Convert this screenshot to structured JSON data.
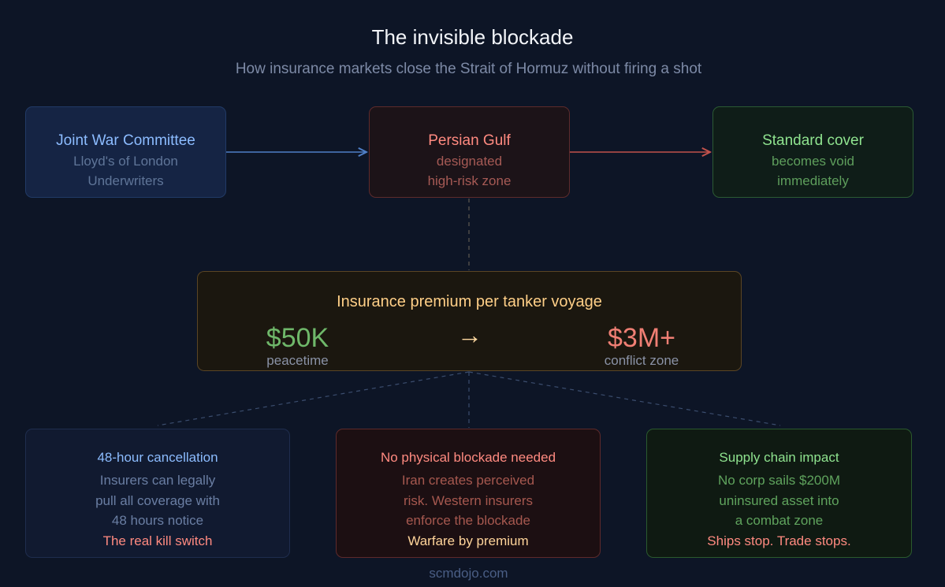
{
  "header": {
    "title": "The invisible blockade",
    "subtitle": "How insurance markets close the Strait of Hormuz without firing a shot"
  },
  "flow": {
    "committee": {
      "heading": "Joint War Committee",
      "lines": [
        "Lloyd's of London",
        "Underwriters"
      ]
    },
    "zone": {
      "heading": "Persian Gulf",
      "lines": [
        "designated",
        "high-risk zone"
      ]
    },
    "cover": {
      "heading": "Standard cover",
      "lines": [
        "becomes void",
        "immediately"
      ]
    }
  },
  "premium": {
    "title": "Insurance premium per tanker voyage",
    "before": {
      "value": "$50K",
      "label": "peacetime"
    },
    "arrow": "→",
    "after": {
      "value": "$3M+",
      "label": "conflict zone"
    }
  },
  "consequences": [
    {
      "heading": "48-hour cancellation",
      "lines": [
        "Insurers can legally",
        "pull all coverage with",
        "48 hours notice"
      ],
      "highlight": "The real kill switch"
    },
    {
      "heading": "No physical blockade needed",
      "lines": [
        "Iran creates perceived",
        "risk. Western insurers",
        "enforce the blockade"
      ],
      "highlight": "Warfare by premium"
    },
    {
      "heading": "Supply chain impact",
      "lines": [
        "No corp sails $200M",
        "uninsured asset into",
        "a combat zone"
      ],
      "highlight": "Ships stop. Trade stops."
    }
  ],
  "colors": {
    "background": "#0d1526",
    "blue_accent": "#8cbcff",
    "red_accent": "#ff8a80",
    "green_accent": "#8fe38f",
    "amber_accent": "#ffcf87"
  },
  "footer": {
    "credit": "scmdojo.com"
  }
}
